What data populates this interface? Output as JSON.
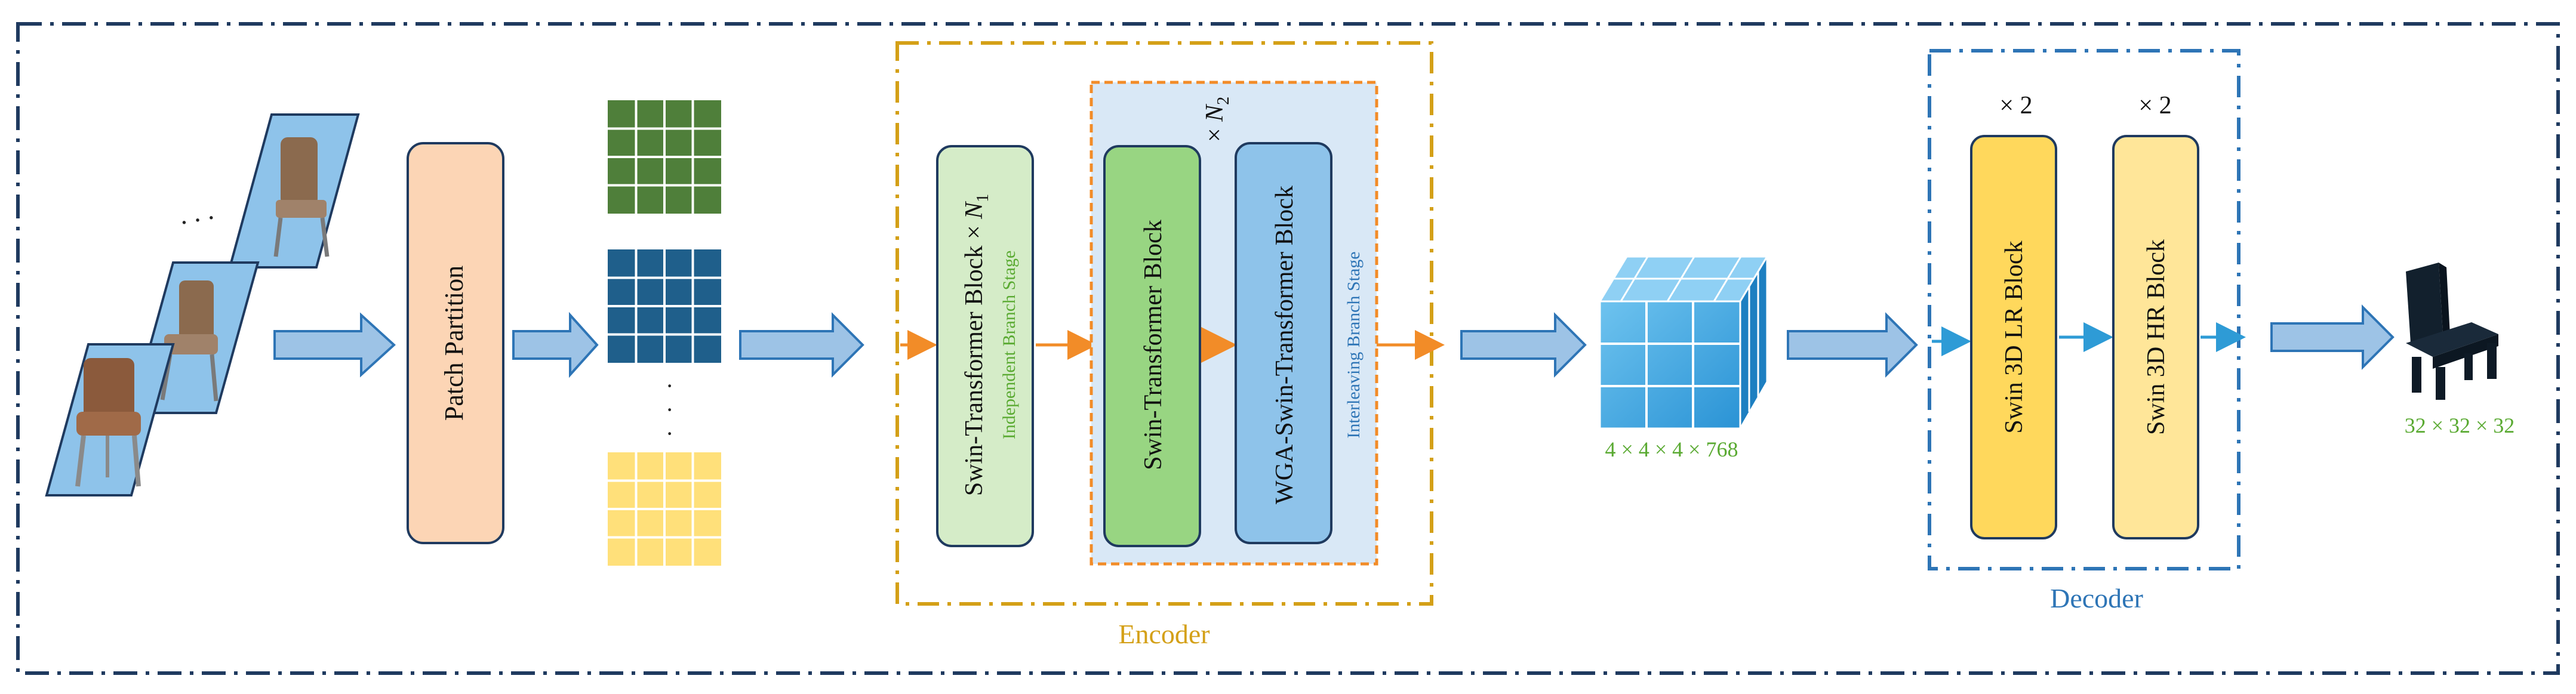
{
  "patch_partition": {
    "label": "Patch Partition"
  },
  "encoder": {
    "title": "Encoder",
    "swin_block_n1": {
      "label": "Swin-Transformer Block ×",
      "var": "N",
      "sub": "1"
    },
    "independent_stage": "Independent Branch Stage",
    "interleaving": {
      "repeat_prefix": "×",
      "var": "N",
      "sub": "2",
      "swin_block": "Swin-Transformer Block",
      "wga_block": "WGA-Swin-Transformer Block",
      "stage_label": "Interleaving Branch Stage"
    }
  },
  "feature": {
    "dims": "4 × 4 × 4 × 768"
  },
  "decoder": {
    "title": "Decoder",
    "lr_repeat": "× 2",
    "hr_repeat": "× 2",
    "lr_block": "Swin 3D LR Block",
    "hr_block": "Swin 3D HR Block"
  },
  "output": {
    "dims": "32 × 32 × 32"
  },
  "input": {
    "ellipsis": ". . ."
  },
  "patches": {
    "ellipsis": "·\n·\n·"
  },
  "colors": {
    "frame": "#1f3a5f",
    "arrow_fill": "#9dc3e6",
    "arrow_stroke": "#2e75b6",
    "patch_partition": "#fcd5b5",
    "encoder_border": "#d4a017",
    "interleave_border": "#f28c28",
    "interleave_bg": "#d9e8f6",
    "swin_n1": "#d5ecc8",
    "swin": "#98d582",
    "wga": "#8ec3ea",
    "decoder_border": "#2e75b6",
    "lr": "#ffd85c",
    "hr": "#ffe699",
    "green_text": "#5aaa32",
    "blue_text": "#2e75b6",
    "orange_arrow": "#f28c28",
    "grid_green": "#4f7f3a",
    "grid_blue": "#1f5f8b",
    "grid_yellow": "#ffe07a"
  }
}
